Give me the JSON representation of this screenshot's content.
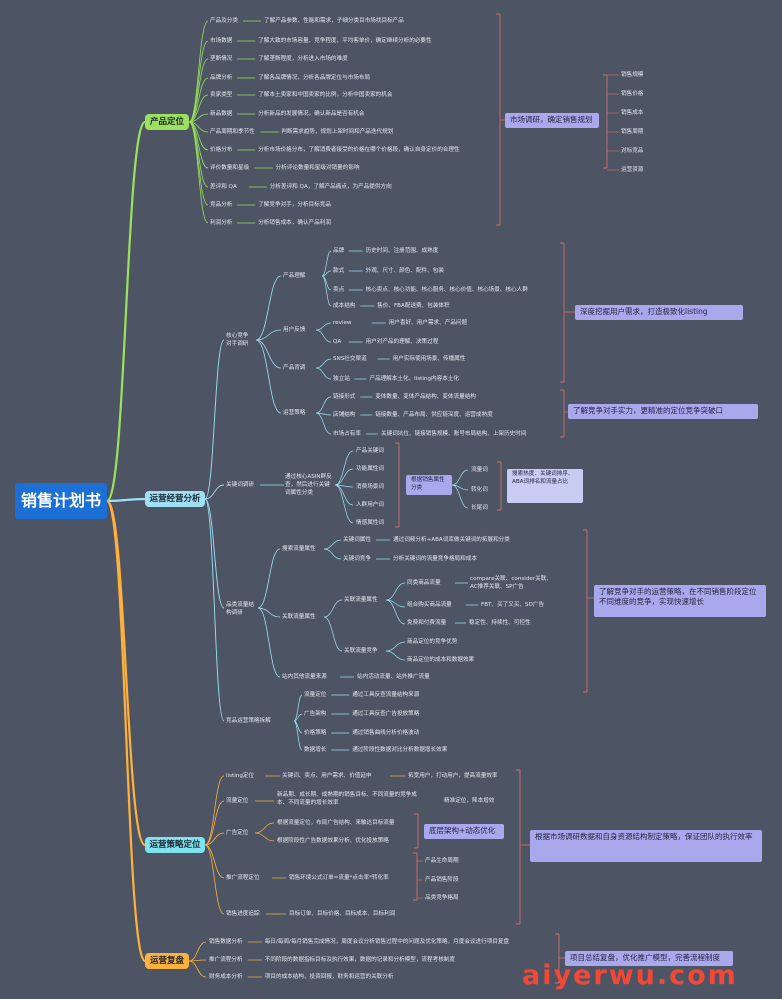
{
  "root": "销售计划书",
  "colors": {
    "background": "#4d5565",
    "root": "#1c6fd4",
    "section_green": "#9be15d",
    "section_blue": "#9fe0f5",
    "section_cyan": "#7fe3ef",
    "section_orange": "#ffb13b",
    "summary_box": "#a9a8ec",
    "bracket_red": "#d06a6a"
  },
  "sections": {
    "product": {
      "label": "产品定位",
      "items": [
        {
          "k": "产品及分类",
          "v": "了解产品参数、性能和需求，子细分类目市场找目标产品"
        },
        {
          "k": "市场数据",
          "v": "了解大致的市场容量、竞争程度、平均客单价，确定继续分析的必要性"
        },
        {
          "k": "垄断情况",
          "v": "了解垄断程度，分析进入市场的难度"
        },
        {
          "k": "品牌分析",
          "v": "了解各品牌情况，分析各品牌定位与市场布局"
        },
        {
          "k": "卖家类型",
          "v": "了解本土卖家和中国卖家的比例，分析中国卖家的机会"
        },
        {
          "k": "新品数据",
          "v": "分析新品的发展情况，确认新品是否有机会"
        },
        {
          "k": "产品周期和季节性",
          "v": "判断需求趋势，规划上架时间和产品迭代规划"
        },
        {
          "k": "价格分布",
          "v": "分析市场价格分布，了解消费者接受的价格在哪个价格段，确认自身定价的合理性"
        },
        {
          "k": "评价数量和星级",
          "v": "分析评论数量和星级对销量的影响"
        },
        {
          "k": "差评和 QA",
          "v": "分析差评和 QA，了解产品痛点，为产品提供方向"
        },
        {
          "k": "竞品分析",
          "v": "了解竞争对手，分析目标竞品"
        },
        {
          "k": "利润分析",
          "v": "分析销售成本，确认产品利润"
        }
      ],
      "summary": "市场调研，确定销售规划",
      "right_items": [
        "销售规模",
        "销售价格",
        "销售成本",
        "销售周期",
        "对标竞品",
        "运营资源"
      ]
    },
    "ops": {
      "label": "运营经营分析",
      "core": "核心竞争对手调研",
      "product_understanding": "产品理解",
      "pu_items": [
        {
          "k": "品牌",
          "v": "历史时间、注册范围、成熟度"
        },
        {
          "k": "款式",
          "v": "外观、尺寸、颜色、配件、包装"
        },
        {
          "k": "卖点",
          "v": "核心卖点、核心功能、核心服务、核心价值、核心场景、核心人群"
        },
        {
          "k": "成本结构",
          "v": "售价、FBA配送费、包装体积"
        }
      ],
      "user_feedback": "用户反馈",
      "uf_items": [
        {
          "k": "review",
          "v": "用户喜好、用户需求、产品问题"
        },
        {
          "k": "QA",
          "v": "用户对产品的理解、决策过程"
        }
      ],
      "product_background": "产品背调",
      "pb_items": [
        {
          "k": "SNS社交渠道",
          "v": "用户实际使用场景、传播属性"
        },
        {
          "k": "独立站",
          "v": "产品理解本土化、listing内容本土化"
        }
      ],
      "ops_strategy": "运营策略",
      "os_items": [
        {
          "k": "链接形式",
          "v": "变体数量、变体产品结构、变体流量结构"
        },
        {
          "k": "店铺结构",
          "v": "链接数量、产品布局、供应链深度、运营成熟度"
        },
        {
          "k": "市场占有率",
          "v": "关键词坑位、链接销售规模、账号布局结构、上架历史时间"
        }
      ],
      "summary1": "深度挖掘用户需求，打造极致化listing",
      "summary2": "了解竞争对手实力，更精准的定位竞争突破口",
      "keyword_research": "关键词调研",
      "kw_desc": "通过核心ASIN群反查，然后进行关键词属性分类",
      "kw_types": [
        "产品关键词",
        "功能属性词",
        "消费场景词",
        "人群用户词",
        "情感属性词"
      ],
      "kw_box": "根据销售属性分类",
      "kw_flow": [
        "流量词",
        "转化词",
        "长尾词"
      ],
      "kw_flow_box": "搜索热度、关键词排序、ABA词排名和流量占比",
      "traffic_research": "品类流量结构调研",
      "search_traffic": "搜索流量属性",
      "st_items": [
        {
          "k": "关键词属性",
          "v": "通过词频分析+ABA词库做关键词的拓展和分类"
        },
        {
          "k": "关键词竞争",
          "v": "分析关键词的流量竞争格局和成本"
        }
      ],
      "related_traffic": "关联流量属性",
      "related_attr": "关联流量属性",
      "ra_items": [
        {
          "k": "同类商品流量",
          "v": "compare关联、consider关联、AC推荐关联、SP广告"
        },
        {
          "k": "组合购买商品流量",
          "v": "FBT、买了又买、SD广告"
        },
        {
          "k": "免费和付费流量",
          "v": "稳定性、持续性、可控性"
        }
      ],
      "related_comp": "关联流量竞争",
      "rc_items": [
        "商品定位的竞争优势",
        "商品定位的成本和数据效果"
      ],
      "offsite": {
        "k": "站内其他流量来源",
        "v": "站内活动流量、站外推广流量"
      },
      "summary3": "了解竞争对手的运营策略，在不同销售阶段定位不同维度的竞争，实现快速增长",
      "competitor_ops": "竞品运营策略拆解",
      "co_items": [
        {
          "k": "流量定位",
          "v": "通过工具反查流量结构来源"
        },
        {
          "k": "广告架构",
          "v": "通过工具反查广告投放策略"
        },
        {
          "k": "价格策略",
          "v": "通过销售曲线分析价格波动"
        },
        {
          "k": "数据增长",
          "v": "通过阶段性数据对比分析数据增长效果"
        }
      ]
    },
    "strategy": {
      "label": "运营策略定位",
      "listing": {
        "k": "listing定位",
        "v": "关键词、卖点、用户需求、价值延申",
        "r": "拓宽用户，打动用户，提高流量效率"
      },
      "traffic": {
        "k": "流量定位",
        "v": "新品期、成长期、成熟期的销售目标、不同流量的竞争成本、不同流量的增长效率",
        "r": "精准定位，降本增效"
      },
      "ads": {
        "k": "广告定位",
        "v1": "根据流量定位，布局广告结构、来触达目标流量",
        "v2": "根据阶段性广告数据效果分析、优化投放策略"
      },
      "ads_box": "底层架构+动态优化",
      "flow": {
        "k": "推广流程定位",
        "v": "销售环境公式订单=流量*点击率*转化率"
      },
      "flow_items": [
        "产品生命周期",
        "产品销售阶段",
        "品类竞争格局"
      ],
      "progress": {
        "k": "销售进度追踪",
        "v": "目标订单、目标价格、目标成本、目标利润"
      },
      "summary": "根据市场调研数据和自身资源结构制定策略，保证团队的执行效率"
    },
    "review": {
      "label": "运营复盘",
      "items": [
        {
          "k": "销售数据分析",
          "v": "每日/每周/每月销售完成情况，周度会议分析销售过程中的问题及优化策略，月度会议进行项目复盘"
        },
        {
          "k": "推广流程分析",
          "v": "不同阶段的数据指标目标及执行效果，数据的记录和分析模型，流程考核制度"
        },
        {
          "k": "财务成本分析",
          "v": "项目的成本结构，投资回报，财务和运营的关联分析"
        }
      ],
      "summary": "项目总结复盘，优化推广模型，完善流程制度"
    }
  },
  "watermark": "aiyerwu.com"
}
